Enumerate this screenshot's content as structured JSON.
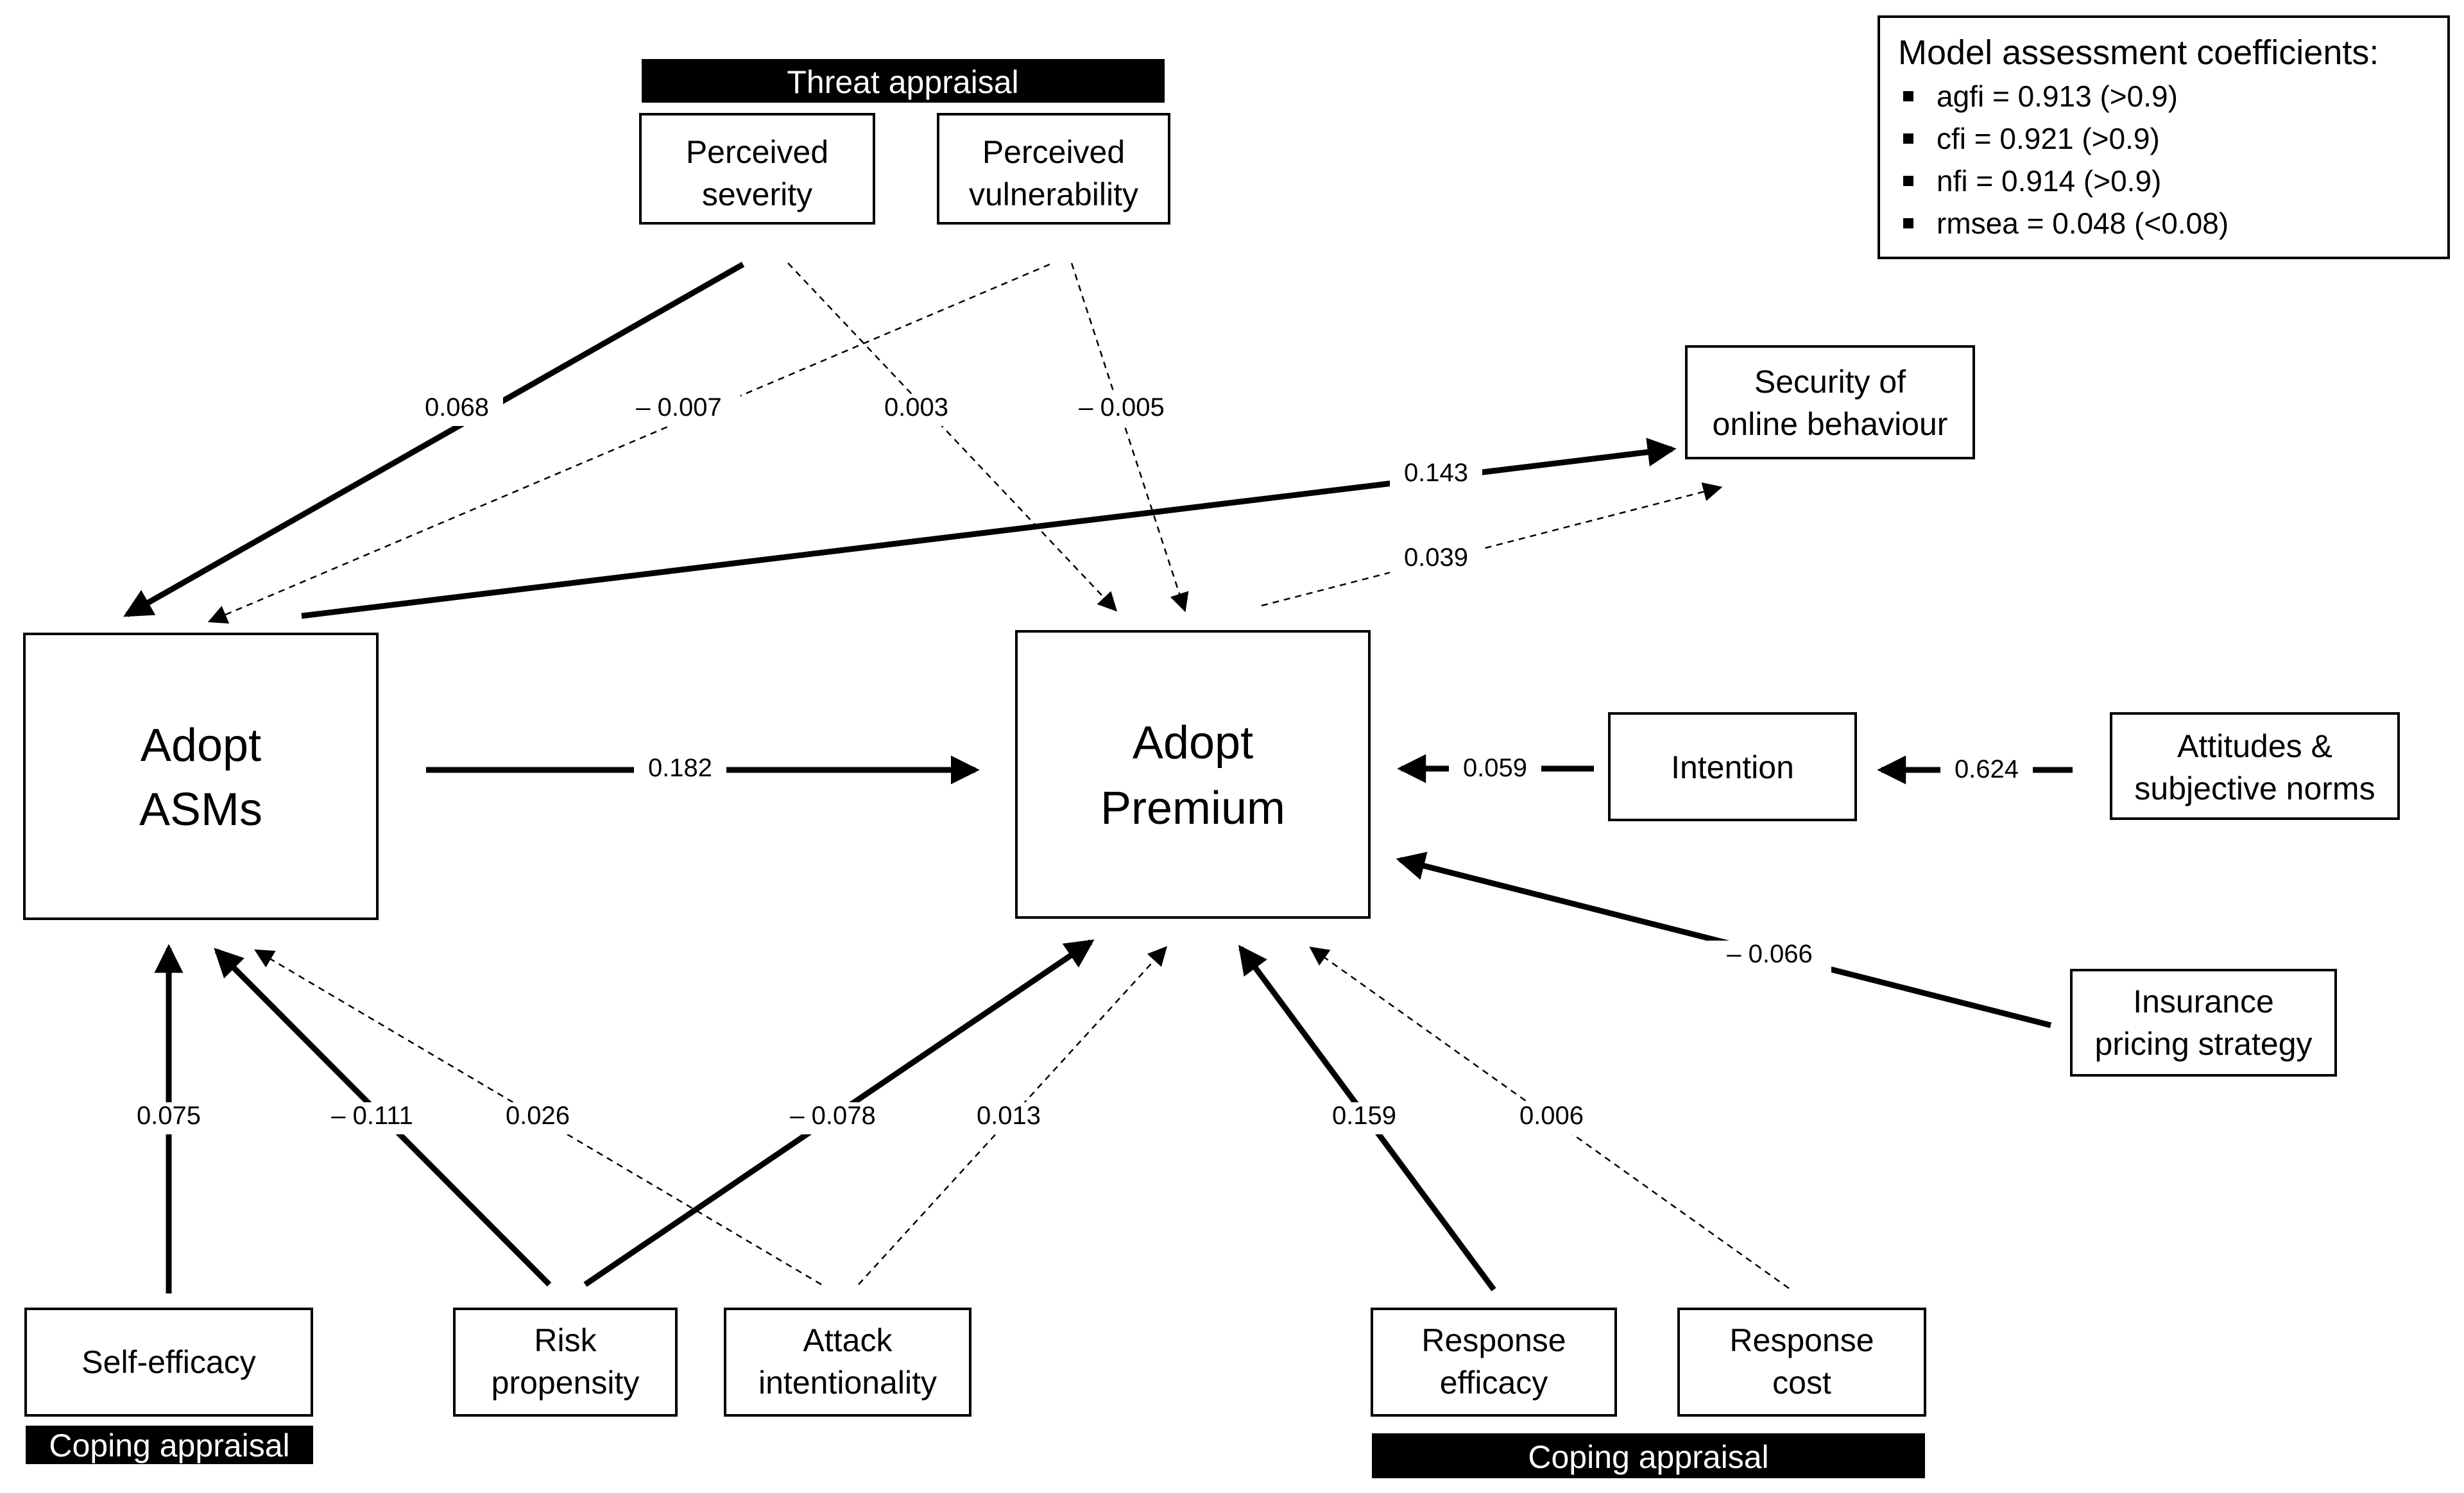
{
  "colors": {
    "line": "#000000",
    "background": "#ffffff",
    "band": "#000000",
    "band_text": "#ffffff"
  },
  "bands": {
    "threat": "Threat appraisal",
    "coping_left": "Coping appraisal",
    "coping_right": "Coping appraisal"
  },
  "nodes": {
    "perceived_severity": [
      "Perceived",
      "severity"
    ],
    "perceived_vulnerability": [
      "Perceived",
      "vulnerability"
    ],
    "security_online": [
      "Security of",
      "online behaviour"
    ],
    "adopt_asms": [
      "Adopt",
      "ASMs"
    ],
    "adopt_premium": [
      "Adopt",
      "Premium"
    ],
    "intention": [
      "Intention"
    ],
    "attitudes": [
      "Attitudes &",
      "subjective norms"
    ],
    "insurance_pricing": [
      "Insurance",
      "pricing strategy"
    ],
    "self_efficacy": [
      "Self-efficacy"
    ],
    "risk_propensity": [
      "Risk",
      "propensity"
    ],
    "attack_intentionality": [
      "Attack",
      "intentionality"
    ],
    "response_efficacy": [
      "Response",
      "efficacy"
    ],
    "response_cost": [
      "Response",
      "cost"
    ]
  },
  "legend": {
    "title": "Model assessment coefficients:",
    "items": [
      "agfi = 0.913 (>0.9)",
      "cfi = 0.921 (>0.9)",
      "nfi = 0.914 (>0.9)",
      "rmsea = 0.048 (<0.08)"
    ]
  },
  "edges": [
    {
      "id": "severity-asms",
      "label": "0.068",
      "style": "solid"
    },
    {
      "id": "vulnerability-asms",
      "label": "– 0.007",
      "style": "dashed"
    },
    {
      "id": "severity-premium",
      "label": "0.003",
      "style": "dashed"
    },
    {
      "id": "vulnerability-premium",
      "label": "– 0.005",
      "style": "dashed"
    },
    {
      "id": "asms-security",
      "label": "0.143",
      "style": "solid"
    },
    {
      "id": "premium-security",
      "label": "0.039",
      "style": "dashed"
    },
    {
      "id": "asms-premium",
      "label": "0.182",
      "style": "solid"
    },
    {
      "id": "intention-premium",
      "label": "0.059",
      "style": "solid"
    },
    {
      "id": "attitudes-intention",
      "label": "0.624",
      "style": "solid"
    },
    {
      "id": "pricing-premium",
      "label": "– 0.066",
      "style": "solid"
    },
    {
      "id": "selfefficacy-asms",
      "label": "0.075",
      "style": "solid"
    },
    {
      "id": "risk-asms",
      "label": "– 0.111",
      "style": "solid"
    },
    {
      "id": "attack-asms",
      "label": "0.026",
      "style": "dashed"
    },
    {
      "id": "risk-premium",
      "label": "– 0.078",
      "style": "solid"
    },
    {
      "id": "attack-premium",
      "label": "0.013",
      "style": "dashed"
    },
    {
      "id": "respeff-premium",
      "label": "0.159",
      "style": "solid"
    },
    {
      "id": "respcost-premium",
      "label": "0.006",
      "style": "dashed"
    }
  ]
}
